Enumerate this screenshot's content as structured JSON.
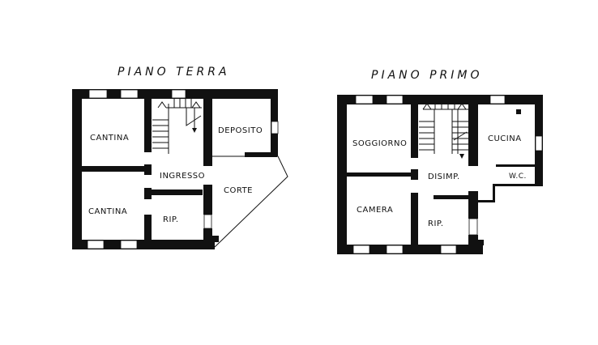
{
  "ground_floor": {
    "title": "PIANO TERRA",
    "rooms": {
      "cantina_top": "CANTINA",
      "cantina_bottom": "CANTINA",
      "ingresso": "INGRESSO",
      "deposito": "DEPOSITO",
      "corte": "CORTE",
      "rip": "RIP."
    }
  },
  "first_floor": {
    "title": "PIANO PRIMO",
    "rooms": {
      "soggiorno": "SOGGIORNO",
      "cucina": "CUCINA",
      "disimp": "DISIMP.",
      "wc": "W.C.",
      "camera": "CAMERA",
      "rip": "RIP."
    }
  }
}
